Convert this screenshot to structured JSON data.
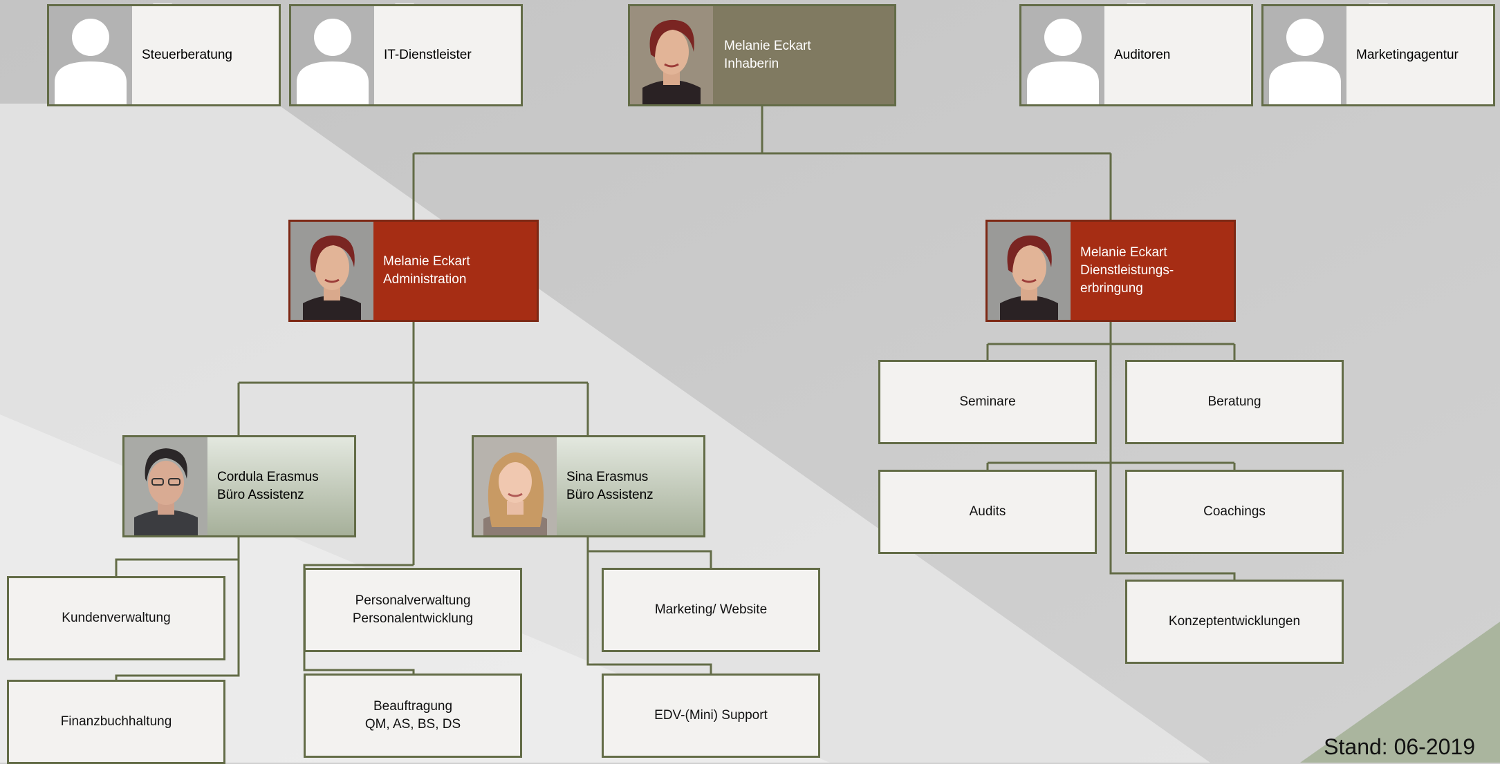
{
  "colors": {
    "connector": "#636c47",
    "box_fill": "#f3f2f0",
    "owner_fill": "#807a61",
    "manager_fill": "#a62d14",
    "notch": "#b23a1f"
  },
  "external_partners": [
    {
      "label": "Steuerberatung",
      "icon": "person-placeholder-icon"
    },
    {
      "label": "IT-Dienstleister",
      "icon": "person-placeholder-icon"
    },
    {
      "label": "Auditoren",
      "icon": "person-placeholder-icon"
    },
    {
      "label": "Marketingagentur",
      "icon": "person-placeholder-icon"
    }
  ],
  "owner": {
    "name": "Melanie Eckart",
    "role": "Inhaberin"
  },
  "managers": [
    {
      "name": "Melanie Eckart",
      "role_lines": [
        "Administration"
      ]
    },
    {
      "name": "Melanie Eckart",
      "role_lines": [
        "Dienstleistungs-",
        "erbringung"
      ]
    }
  ],
  "assistants": [
    {
      "name": "Cordula Erasmus",
      "role": "Büro Assistenz"
    },
    {
      "name": "Sina Erasmus",
      "role": "Büro Assistenz"
    }
  ],
  "tasks": {
    "cordula": [
      [
        "Kundenverwaltung"
      ],
      [
        "Finanzbuchhaltung"
      ]
    ],
    "administration": [
      [
        "Personalverwaltung",
        "Personalentwicklung"
      ],
      [
        "Beauftragung",
        "QM, AS, BS, DS"
      ]
    ],
    "sina": [
      [
        "Marketing/ Website"
      ],
      [
        "EDV-(Mini) Support"
      ]
    ],
    "service": [
      "Seminare",
      "Beratung",
      "Audits",
      "Coachings",
      "Konzeptentwicklungen"
    ]
  },
  "stand": "Stand: 06-2019"
}
